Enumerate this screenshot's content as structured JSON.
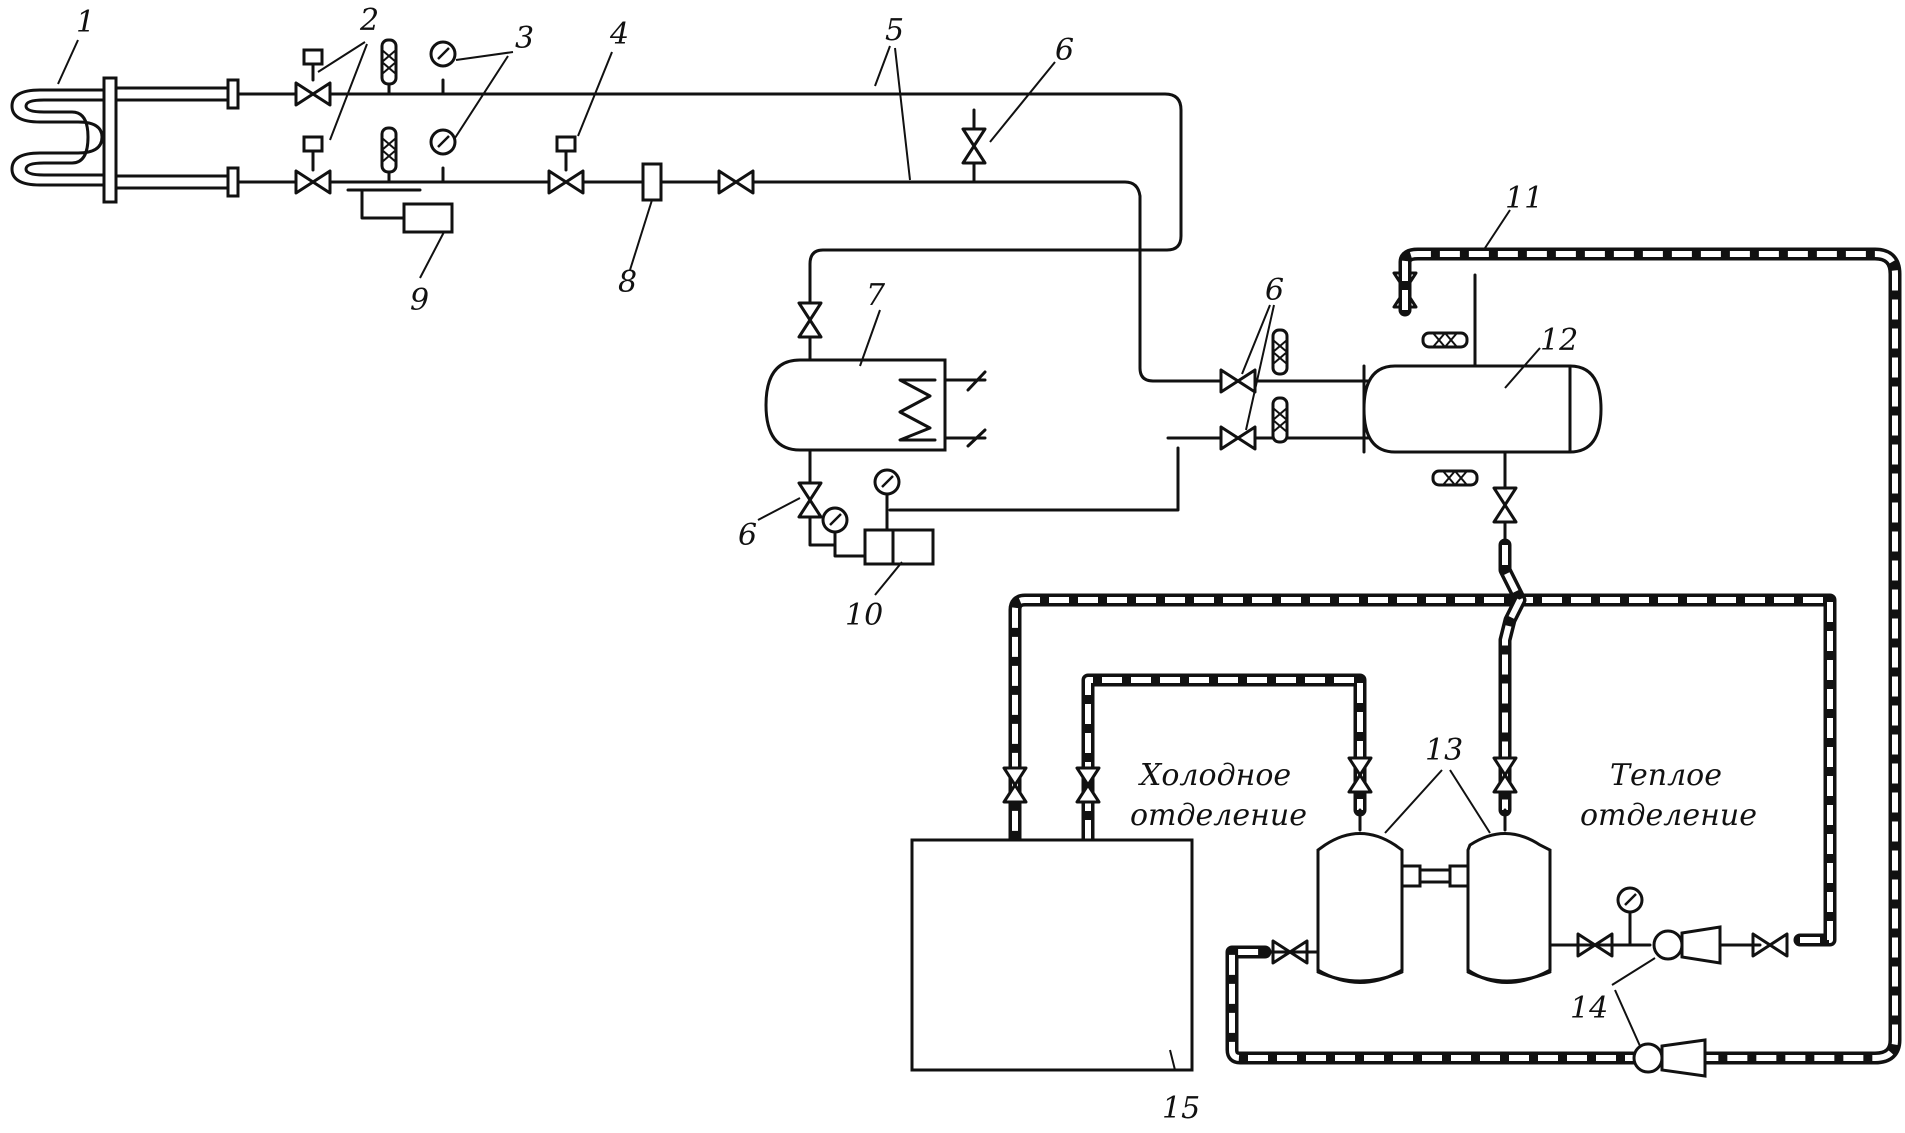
{
  "labels": {
    "n1": "1",
    "n2": "2",
    "n3": "3",
    "n4": "4",
    "n5": "5",
    "n6a": "6",
    "n6b": "6",
    "n6c": "6",
    "n7": "7",
    "n8": "8",
    "n9": "9",
    "n10": "10",
    "n11": "11",
    "n12": "12",
    "n13": "13",
    "n14": "14",
    "n15": "15"
  },
  "captions": {
    "cold_line1": "Холодное",
    "cold_line2": "отделение",
    "warm_line1": "Теплое",
    "warm_line2": "отделение"
  }
}
